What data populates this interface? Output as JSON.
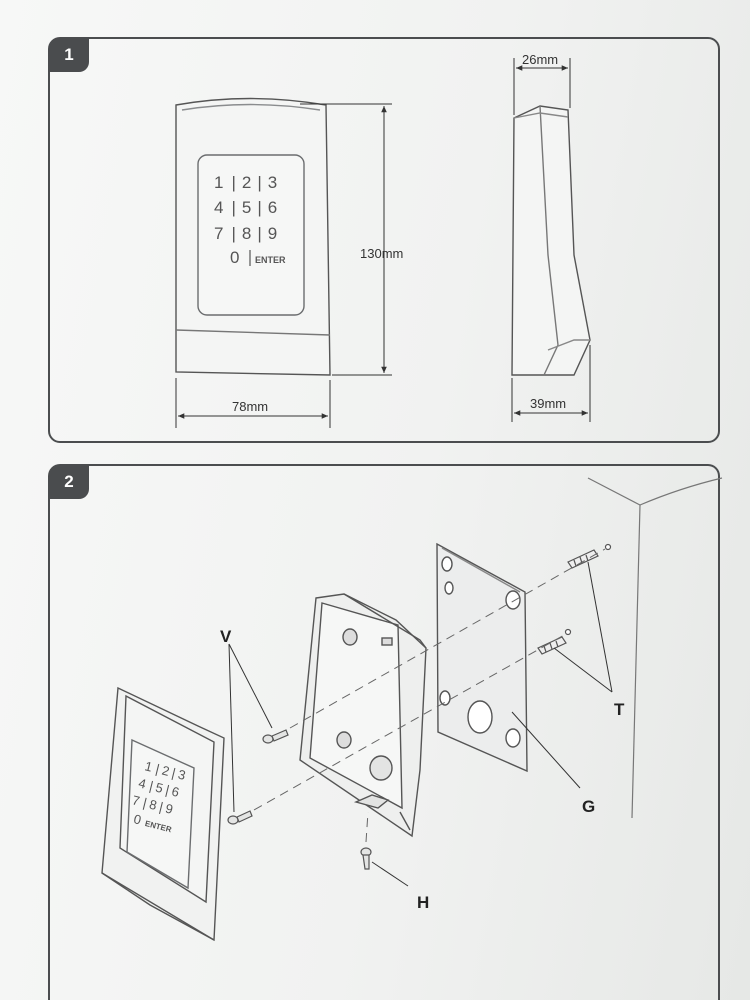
{
  "steps": {
    "step1": {
      "number": "1"
    },
    "step2": {
      "number": "2"
    }
  },
  "dimensions": {
    "width": "78mm",
    "height": "130mm",
    "depth_top": "26mm",
    "depth_bottom": "39mm"
  },
  "keypad": {
    "rows": [
      [
        "1",
        "2",
        "3"
      ],
      [
        "4",
        "5",
        "6"
      ],
      [
        "7",
        "8",
        "9"
      ]
    ],
    "zero": "0",
    "enter": "ENTER"
  },
  "callouts": {
    "v": "V",
    "t": "T",
    "g": "G",
    "h": "H"
  }
}
